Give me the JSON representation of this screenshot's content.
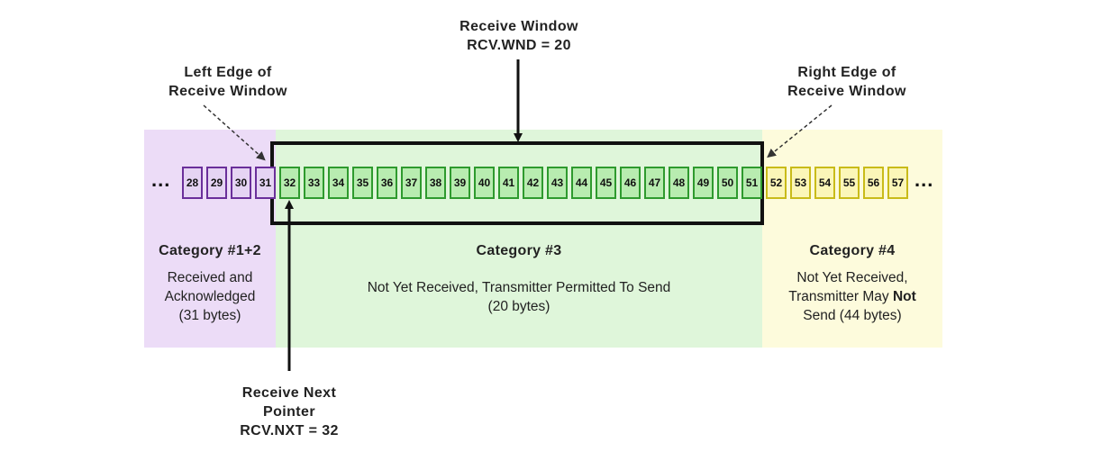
{
  "labels": {
    "receive_window_title": "Receive Window",
    "receive_window_value": "RCV.WND = 20",
    "left_edge_1": "Left Edge of",
    "left_edge_2": "Receive Window",
    "right_edge_1": "Right Edge of",
    "right_edge_2": "Receive Window",
    "rcv_nxt_1": "Receive Next",
    "rcv_nxt_2": "Pointer",
    "rcv_nxt_3": "RCV.NXT = 32",
    "ellipsis": "..."
  },
  "categories": {
    "cat12": {
      "title": "Category #1+2",
      "lines": [
        "Received and",
        "Acknowledged",
        "(31 bytes)"
      ]
    },
    "cat3": {
      "title": "Category #3",
      "lines": [
        "Not Yet Received, Transmitter Permitted To Send",
        "(20 bytes)"
      ]
    },
    "cat4": {
      "title": "Category #4",
      "line1": "Not Yet Received,",
      "line2_prefix": "Transmitter May ",
      "line2_bold": "Not",
      "line3": "Send (44 bytes)"
    }
  },
  "bytes": {
    "cat12": [
      "28",
      "29",
      "30",
      "31"
    ],
    "cat3": [
      "32",
      "33",
      "34",
      "35",
      "36",
      "37",
      "38",
      "39",
      "40",
      "41",
      "42",
      "43",
      "44",
      "45",
      "46",
      "47",
      "48",
      "49",
      "50",
      "51"
    ],
    "cat4": [
      "52",
      "53",
      "54",
      "55",
      "56",
      "57"
    ]
  },
  "colors": {
    "cat12_bg": "#ecdcf7",
    "cat3_bg": "#dff6da",
    "cat4_bg": "#fdfbdc",
    "cat12_border": "#6a2f9a",
    "cat3_border": "#2e9a2e",
    "cat4_border": "#c9bb19"
  }
}
